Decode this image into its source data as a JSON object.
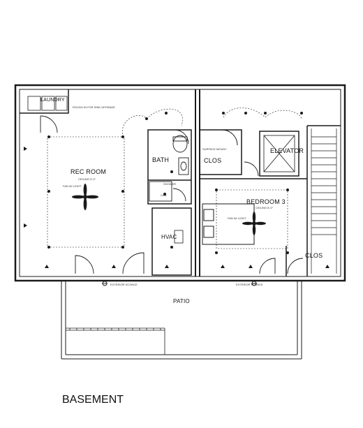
{
  "drawing": {
    "title": "BASEMENT",
    "rooms": {
      "laundry": "LAUNDRY",
      "rec_room": "REC ROOM",
      "bath": "BATH",
      "clos_left": "CLOS",
      "elevator": "ELEVATOR",
      "bedroom": "BEDROOM 3",
      "hvac": "HVAC",
      "clos_right": "CLOS",
      "patio": "PATIO",
      "shower": "SHOWER",
      "shower2": "CAN"
    },
    "notes": {
      "rec_fan": "FAN W/ LIGHT",
      "rec_ceiling": "CEILING 9'-0\"",
      "bed_fan": "FAN W/ LIGHT",
      "bed_ceiling": "CEILING 8'-0\"",
      "surface": "SURFACE MOUNT",
      "ext_sconce_left": "EXTERIOR SCONCE",
      "ext_sconce_right": "EXTERIOR SCONCE",
      "laundry_note": "ROUGH IN FOR SINK UPGRADE"
    }
  },
  "colors": {
    "line": "#1a1a1a",
    "fill": "#ffffff",
    "gray": "#888888"
  }
}
